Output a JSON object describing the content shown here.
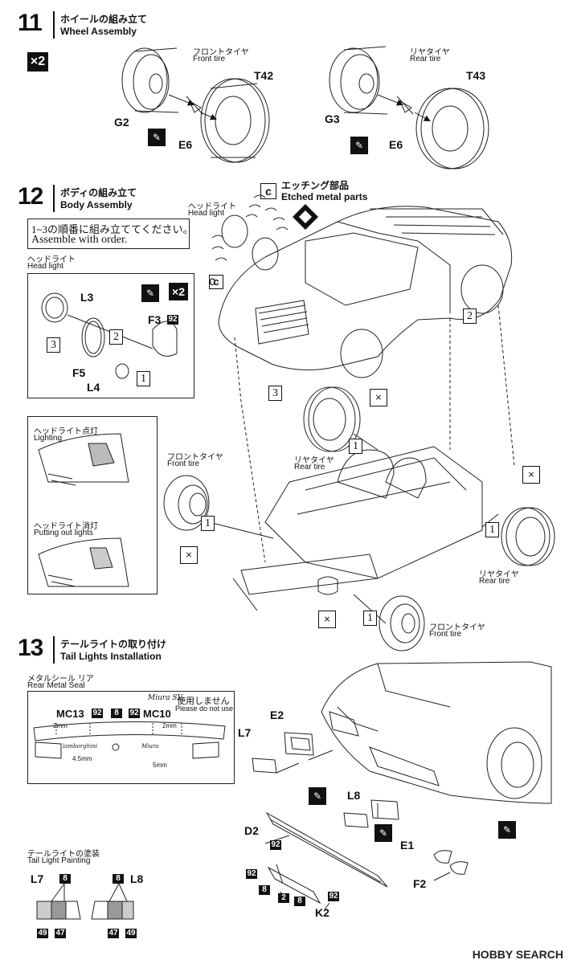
{
  "step11": {
    "number": "11",
    "title_jp": "ホイールの組み立て",
    "title_en": "Wheel Assembly",
    "multiplier": "×2",
    "front_tire_jp": "フロントタイヤ",
    "front_tire_en": "Front tire",
    "rear_tire_jp": "リヤタイヤ",
    "rear_tire_en": "Rear tire",
    "parts": {
      "g2": "G2",
      "e6_a": "E6",
      "t42": "T42",
      "g3": "G3",
      "e6_b": "E6",
      "t43": "T43"
    }
  },
  "step12": {
    "number": "12",
    "title_jp": "ボディの組み立て",
    "title_en": "Body Assembly",
    "order_note_jp": "1~3の順番に組み立ててください。",
    "order_note_en": "Assemble with order.",
    "etched_badge": "c",
    "etched_jp": "エッチング部品",
    "etched_en": "Etched metal parts",
    "head_light_jp": "ヘッドライト",
    "head_light_en": "Head light",
    "head_light_box_jp": "ヘッドライト",
    "head_light_box_en": "Head light",
    "multiplier": "×2",
    "parts": {
      "l3": "L3",
      "f3": "F3",
      "f5": "F5",
      "l4": "L4",
      "c1": "c",
      "c2": "c"
    },
    "paint_92": "92",
    "lighting_jp": "ヘッドライト点灯",
    "lighting_en": "Lighting",
    "putting_out_jp": "ヘッドライト消灯",
    "putting_out_en": "Putting out lights",
    "front_tire_jp": "フロントタイヤ",
    "front_tire_en": "Front tire",
    "rear_tire_jp": "リヤタイヤ",
    "rear_tire_en": "Rear tire",
    "rear_tire2_jp": "リヤタイヤ",
    "rear_tire2_en": "Rear tire",
    "front_tire2_jp": "フロントタイヤ",
    "front_tire2_en": "Front tire",
    "order": {
      "one": "1",
      "two": "2",
      "three": "3"
    }
  },
  "step13": {
    "number": "13",
    "title_jp": "テールライトの取り付け",
    "title_en": "Tail Lights Installation",
    "metal_seal_jp": "メタルシール リア",
    "metal_seal_en": "Rear Metal Seal",
    "not_use_jp": "使用しません",
    "not_use_en": "Please do not use",
    "mc13": "MC13",
    "mc10": "MC10",
    "chip_92a": "92",
    "chip_8": "8",
    "chip_92b": "92",
    "dim_2mm_a": "2mm",
    "dim_2mm_b": "2mm",
    "dim_45mm": "4.5mm",
    "dim_5mm": "5mm",
    "emblem_left": "lamborghini",
    "emblem_right": "Miura",
    "miura_sv": "Miura SV",
    "parts": {
      "e2": "E2",
      "l7": "L7",
      "l8": "L8",
      "d2": "D2",
      "e1": "E1",
      "f2": "F2",
      "k2": "K2"
    },
    "paint_labels": {
      "d2": "92",
      "k2a": "92",
      "k2b": "8",
      "k2c": "2",
      "k2d": "8",
      "k2e": "92"
    },
    "tail_painting_jp": "テールライトの塗装",
    "tail_painting_en": "Tail Light Painting",
    "tl_l7": "L7",
    "tl_l8": "L8",
    "tl_chips": {
      "l7_top": "8",
      "l8_top": "8",
      "l7_b1": "49",
      "l7_b2": "47",
      "l8_b1": "47",
      "l8_b2": "49"
    }
  },
  "watermark": "HOBBY SEARCH"
}
